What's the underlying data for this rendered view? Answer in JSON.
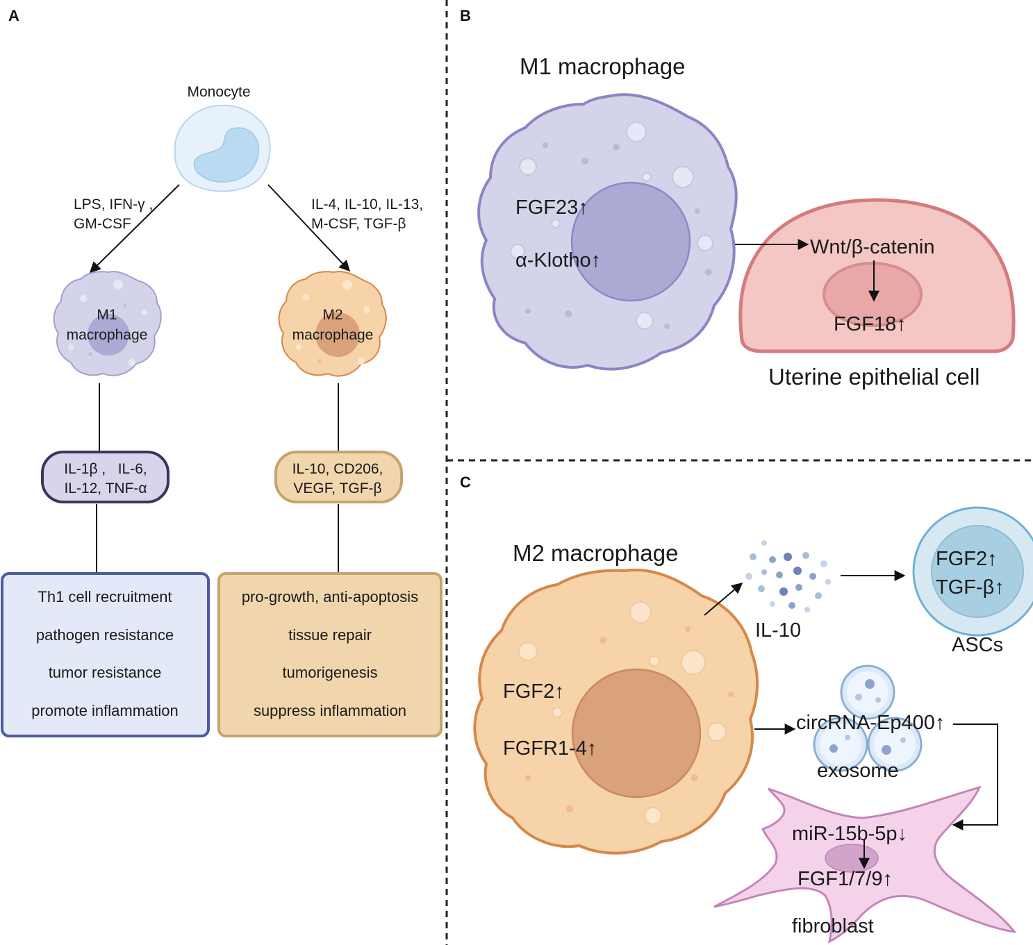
{
  "panels": {
    "a": {
      "letter": "A",
      "monocyte": "Monocyte",
      "m1_stimuli": [
        "LPS, IFN-γ ,",
        "GM-CSF"
      ],
      "m2_stimuli": [
        "IL-4, IL-10, IL-13,",
        "M-CSF, TGF-β"
      ],
      "m1_cell": [
        "M1",
        "macrophage"
      ],
      "m2_cell": [
        "M2",
        "macrophage"
      ],
      "m1_cytokines": [
        "IL-1β ,   IL-6,",
        "IL-12, TNF-α"
      ],
      "m2_cytokines": [
        "IL-10, CD206,",
        "VEGF, TGF-β"
      ],
      "m1_functions": [
        "Th1 cell recruitment",
        "pathogen resistance",
        "tumor resistance",
        "promote inflammation"
      ],
      "m2_functions": [
        "pro-growth, anti-apoptosis",
        "tissue repair",
        "tumorigenesis",
        "suppress inflammation"
      ]
    },
    "b": {
      "letter": "B",
      "cell_title": "M1 macrophage",
      "marker1": "FGF23↑",
      "marker2": "α-Klotho↑",
      "pathway": "Wnt/β-catenin",
      "target": "FGF18↑",
      "target_cell": "Uterine epithelial cell"
    },
    "c": {
      "letter": "C",
      "cell_title": "M2 macrophage",
      "marker1": "FGF2↑",
      "marker2": "FGFR1-4↑",
      "secreted": "IL-10",
      "asc_markers": [
        "FGF2↑",
        "TGF-β↑"
      ],
      "asc_label": "ASCs",
      "circrna": "circRNA-Ep400↑",
      "exosome": "exosome",
      "mirna": "miR-15b-5p↓",
      "fgf_targets": "FGF1/7/9↑",
      "fibroblast": "fibroblast"
    }
  },
  "colors": {
    "m1_fill": "#d3d4ea",
    "m1_stroke": "#8e83c4",
    "m1_nucleus": "#aaaad4",
    "m2_fill": "#f6d3a8",
    "m2_stroke": "#d5884c",
    "m2_nucleus": "#d9a27b",
    "epithelial_fill": "#f4c7c4",
    "epithelial_stroke": "#d37c7e",
    "fibroblast_fill": "#f4d3ea",
    "fibroblast_stroke": "#c585b8",
    "asc_fill": "#d6e9f2",
    "asc_stroke": "#6fafd6",
    "m1_box_fill": "#e3e9f6",
    "m1_box_stroke": "#4b5ba3",
    "m2_box_fill": "#f1d6ad",
    "m2_box_stroke": "#c5a56d"
  }
}
